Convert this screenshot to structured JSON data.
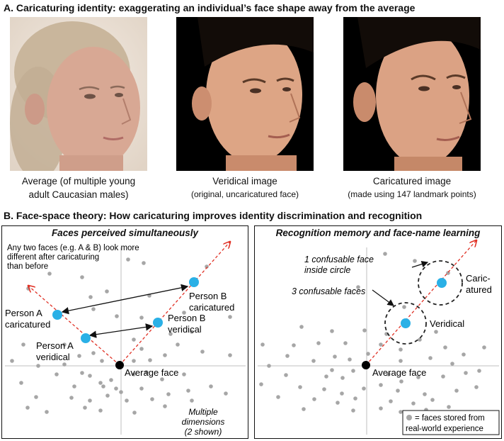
{
  "section_a": {
    "title": "A. Caricaturing identity: exaggerating an individual’s face shape away from the average",
    "images": [
      {
        "name": "average",
        "caption_line1": "Average (of multiple young",
        "caption_line2": "adult Caucasian males)",
        "skin": "#d7a796",
        "hair": "#cdbba3",
        "bg": "#efe6dc"
      },
      {
        "name": "veridical",
        "caption_line1": "Veridical image",
        "caption_line2": "(original, uncaricatured face)",
        "skin": "#e0a888",
        "hair": "#120c08",
        "bg": "#000000"
      },
      {
        "name": "caricatured",
        "caption_line1": "Caricatured image",
        "caption_line2": "(made using 147 landmark points)",
        "skin": "#dea486",
        "hair": "#120c08",
        "bg": "#000000"
      }
    ]
  },
  "section_b": {
    "title": "B. Face-space theory: How caricaturing improves identity discrimination and recognition",
    "left_panel": {
      "title": "Faces perceived simultaneously",
      "note_lines": [
        "Any two faces (e.g. A & B) look more",
        "different after caricaturing",
        "than before"
      ],
      "labels": {
        "person_a_caricatured": [
          "Person A",
          "caricatured"
        ],
        "person_a_veridical": [
          "Person A",
          "veridical"
        ],
        "person_b_caricatured": [
          "Person B",
          "caricatured"
        ],
        "person_b_veridical": [
          "Person B",
          "veridical"
        ],
        "average_face": "Average face"
      },
      "dimensions_note": [
        "Multiple",
        "dimensions",
        "(2 shown)"
      ]
    },
    "right_panel": {
      "title": "Recognition memory and face-name learning",
      "annotation_1": [
        "1 confusable face",
        "inside circle"
      ],
      "annotation_3": "3 confusable faces",
      "labels": {
        "caricatured": [
          "Caric-",
          "atured"
        ],
        "veridical": "Veridical",
        "average_face": "Average face"
      },
      "legend_lines": [
        "= faces stored from",
        "real-world experience"
      ]
    }
  },
  "colors": {
    "accent_point": "#2ab0e6",
    "trajectory": "#e03024",
    "stored_face_dot": "#a6a6a6",
    "axis": "#bfbfbf"
  }
}
